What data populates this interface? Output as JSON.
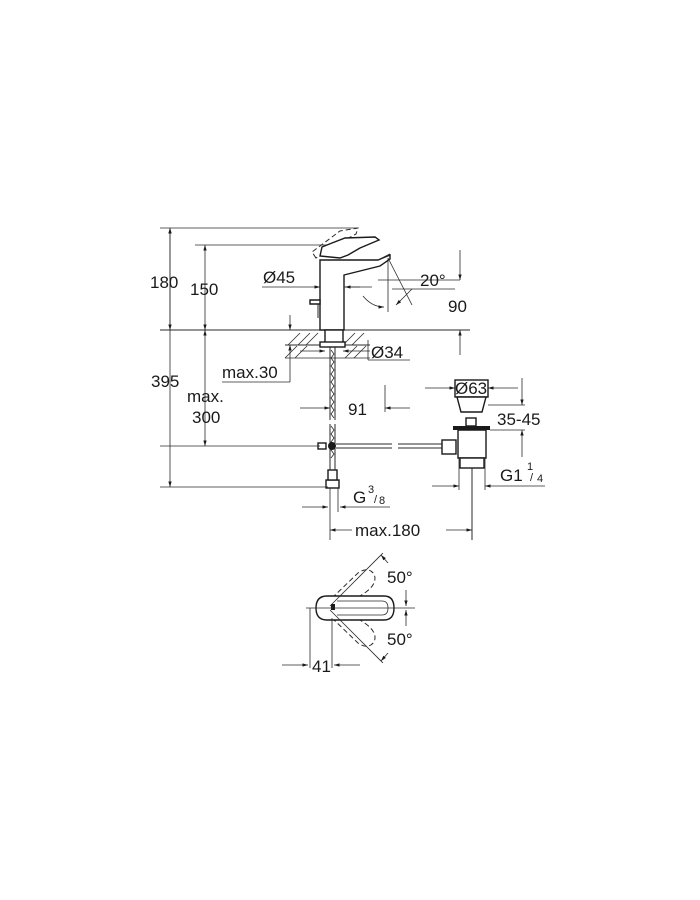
{
  "drawing": {
    "subject": "Single-lever basin mixer with pop-up waste — dimensional drawing",
    "units": "mm",
    "front_view": {
      "dimensions": {
        "total_height": "180",
        "spout_height": "150",
        "body_diameter": "Ø45",
        "spout_angle": "20°",
        "spout_projection": "90",
        "shank_diameter": "Ø34",
        "max_deck_thickness": "max.30",
        "overall_height": "395",
        "max_connection_depth_line1": "max.",
        "max_connection_depth_line2": "300",
        "spout_to_waste": "91",
        "waste_diameter": "Ø63",
        "waste_height": "35-45",
        "waste_thread_main": "G1",
        "waste_thread_num": "1",
        "waste_thread_den": "4",
        "supply_thread_main": "G",
        "supply_thread_num": "3",
        "supply_thread_den": "8",
        "max_tail_length": "max.180"
      }
    },
    "top_view": {
      "dimensions": {
        "lever_rotation_up": "50°",
        "lever_rotation_down": "50°",
        "lever_offset": "41"
      }
    }
  }
}
